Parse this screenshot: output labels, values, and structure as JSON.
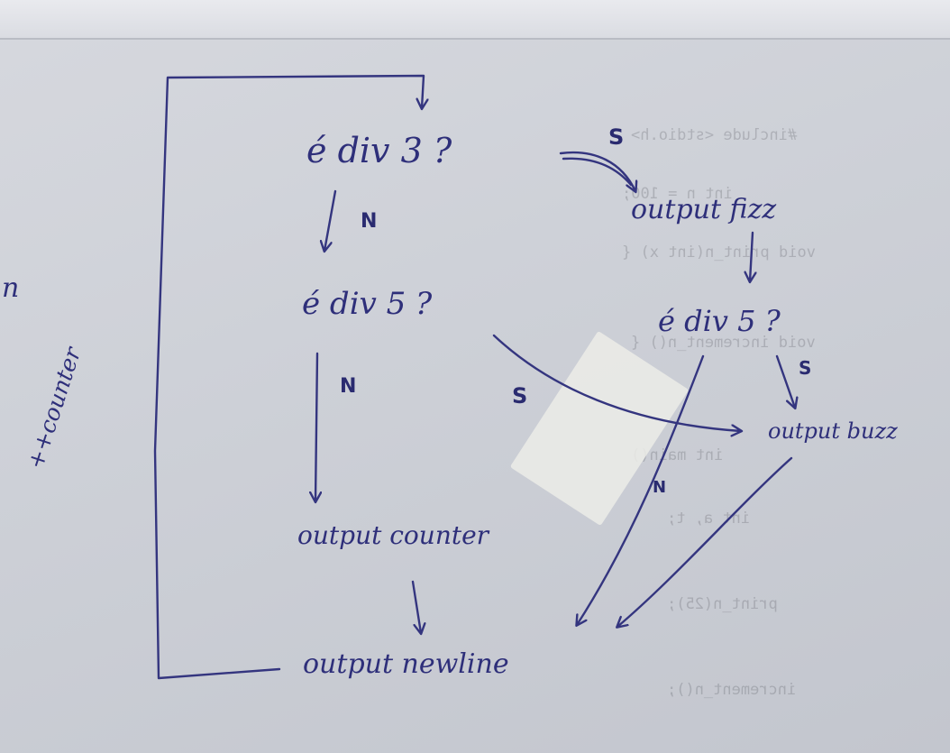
{
  "nodes": {
    "div3": "é div 3 ?",
    "output_fizz": "output fizz",
    "div5_left": "é div 5 ?",
    "div5_right": "é div 5 ?",
    "output_buzz": "output buzz",
    "output_counter": "output counter",
    "output_newline": "output newline"
  },
  "edge_labels": {
    "div3_yes": "S",
    "div3_no": "N",
    "div5_left_yes": "S",
    "div5_left_no": "N",
    "div5_right_yes": "S",
    "div5_right_no": "N"
  },
  "loop_label": "++counter",
  "margin_fragment": "n",
  "colors": {
    "ink": "#2e2f7a",
    "paper": "#cdd0d7"
  }
}
